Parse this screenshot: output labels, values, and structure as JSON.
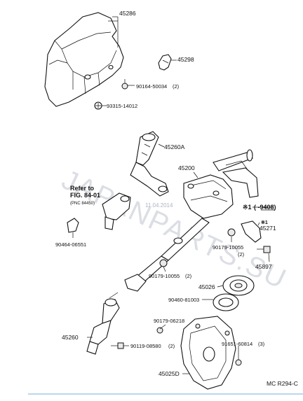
{
  "watermark": "JAPANPARTS.SU",
  "watermark_date": "11.04.2014",
  "parts": {
    "p45286": "45286",
    "p45298": "45298",
    "p90164": "90164-50034",
    "p90164_qty": "(2)",
    "p93315": "93315-14012",
    "p45260A": "45260A",
    "p45200": "45200",
    "p45271": "45271",
    "p45897": "45897",
    "p90179a": "90179-10055",
    "p90179a_qty": "(2)",
    "p90179b": "90179-10055",
    "p90179b_qty": "(2)",
    "p90464": "90464-06551",
    "p45026": "45026",
    "p90460": "90460-81003",
    "p90179c": "90179-06218",
    "p91651": "91651-60814",
    "p91651_qty": "(3)",
    "p45260": "45260",
    "p90119": "90119-08580",
    "p90119_qty": "(2)",
    "p45025D": "45025D"
  },
  "refer": {
    "title": "Refer to",
    "fig": "FIG. 84-01",
    "sub": "(PNC 84450)"
  },
  "note": {
    "star1": "※1",
    "range": "(        -9408)",
    "star2": "※1"
  },
  "footer_code": "MC R294-C"
}
